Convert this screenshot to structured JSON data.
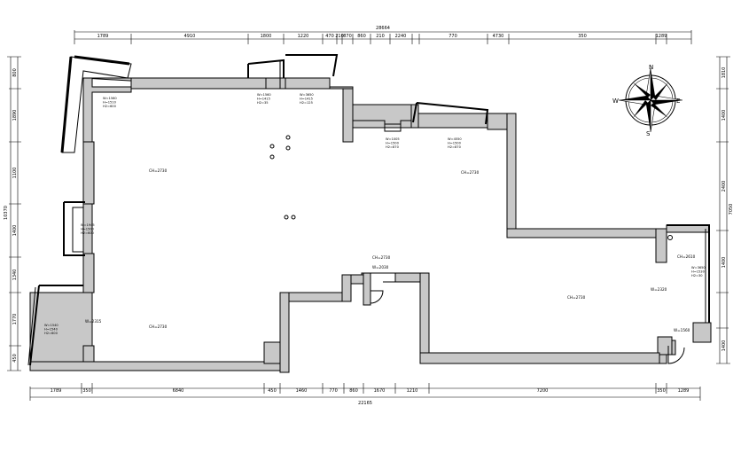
{
  "dimensions": {
    "top_overall": "28664",
    "top_segments": [
      "1789",
      "4910",
      "1800",
      "1220",
      "470",
      "210",
      "870",
      "860",
      "210",
      "2240",
      "770",
      "4730",
      "350",
      "1289"
    ],
    "bottom_overall": "22165",
    "bottom_segments": [
      "1789",
      "350",
      "6840",
      "450",
      "1460",
      "770",
      "860",
      "1670",
      "1210",
      "7200",
      "350",
      "1289"
    ],
    "left_overall": "10370",
    "left_segments": [
      "800",
      "1890",
      "1100",
      "1400",
      "1340",
      "1770",
      "450"
    ],
    "right_overall": "7050",
    "right_segments": [
      "1810",
      "1400",
      "2400",
      "1400",
      "1400"
    ]
  },
  "labels": {
    "ch_main": "CH=2730",
    "ch_right_upper": "CH=2730",
    "ch_center": "CH=2730",
    "ch_lower_left": "CH=2730",
    "ch_lower_right": "CH=2730",
    "ch_small_room": "CH=2610",
    "w_left": "W=2315",
    "w_door": "W=2030",
    "w_right": "W=2320",
    "w_small": "W=1560",
    "win_a": [
      "W=1560",
      "H=1510",
      "H2=600"
    ],
    "win_b": [
      "W=1560",
      "H=1415",
      "H2=35"
    ],
    "win_c": [
      "W=3650",
      "H=1415",
      "H2=125"
    ],
    "win_d": [
      "W=1005",
      "H=1500",
      "H2=870"
    ],
    "win_e": [
      "W=4550",
      "H=1500",
      "H2=870"
    ],
    "win_f": [
      "W=1945",
      "H=1500",
      "H2=600"
    ],
    "win_g": [
      "W=1540",
      "H=1540",
      "H2=600"
    ],
    "win_h": [
      "W=3650",
      "H=1530",
      "H2=30"
    ]
  },
  "compass": {
    "n": "N",
    "s": "S",
    "e": "E",
    "w": "W"
  },
  "colors": {
    "wall": "#c8c8c8",
    "line": "#000000"
  }
}
